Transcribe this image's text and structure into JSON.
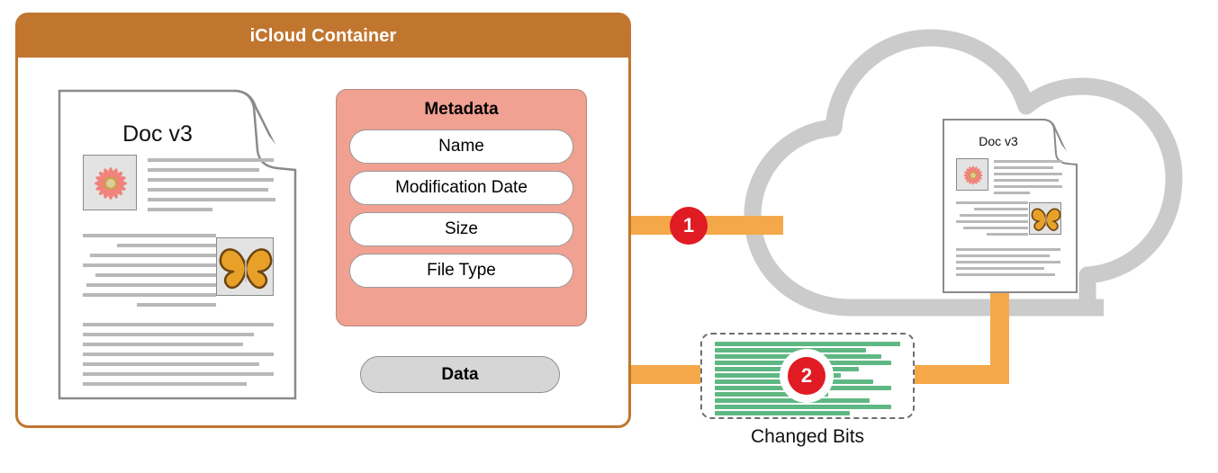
{
  "container": {
    "title": "iCloud Container",
    "header_color": "#C1762F",
    "border_color": "#C1762F"
  },
  "local_document": {
    "title": "Doc v3",
    "images": [
      "flower-image",
      "butterfly-image"
    ]
  },
  "cloud_document": {
    "title": "Doc v3",
    "images": [
      "flower-image",
      "butterfly-image"
    ]
  },
  "metadata": {
    "title": "Metadata",
    "panel_color": "#F0A191",
    "fields": [
      "Name",
      "Modification Date",
      "Size",
      "File Type"
    ]
  },
  "data_pill": {
    "label": "Data",
    "color": "#D6D6D6"
  },
  "changed_bits": {
    "caption": "Changed Bits",
    "line_color": "#5FB883",
    "line_widths": [
      206,
      168,
      185,
      196,
      160,
      140,
      176,
      196,
      126,
      172,
      196,
      150
    ]
  },
  "steps": [
    {
      "number": "1",
      "color": "#E01B24"
    },
    {
      "number": "2",
      "color": "#E01B24"
    }
  ],
  "flow": {
    "arrow_color": "#F5A84A",
    "cloud_color": "#CBCBCB"
  }
}
